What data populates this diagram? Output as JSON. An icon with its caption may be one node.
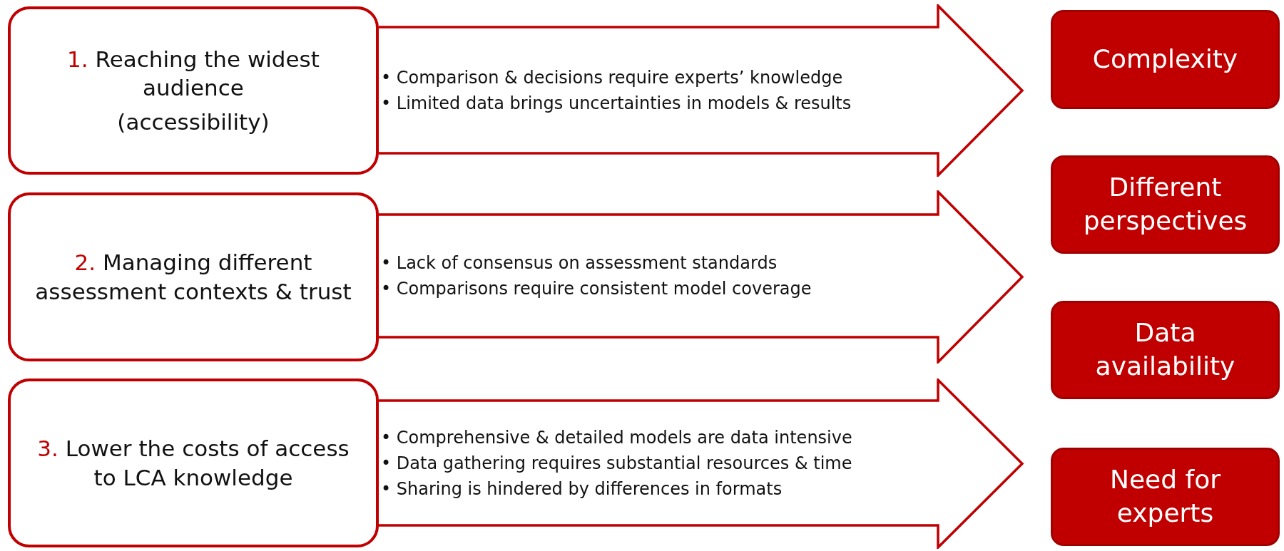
{
  "diagram": {
    "nodes": [
      {
        "text": [
          "1.",
          "Reaching the widest audience",
          "(accessibility)"
        ]
      },
      {
        "text": [
          "• Comparison & decisions require experts’ knowledge",
          "• Limited data brings uncertainties in models & results"
        ]
      },
      {
        "text": [
          "2.",
          "Managing different assessment contexts & trust"
        ]
      },
      {
        "text": [
          "• Lack of consensus on assessment standards",
          "• Comparisons require consistent model coverage"
        ]
      },
      {
        "text": [
          "3.",
          "Lower the costs of access to LCA knowledge"
        ]
      },
      {
        "text": [
          "• Comprehensive & detailed models are data intensive",
          "• Data gathering requires substantial resources & time",
          "• Sharing is hindered by differences in formats"
        ]
      },
      {
        "text": [
          "Complexity"
        ]
      },
      {
        "text": [
          "Different perspectives"
        ]
      },
      {
        "text": [
          "Data availability"
        ]
      },
      {
        "text": [
          "Need for experts"
        ]
      }
    ]
  }
}
